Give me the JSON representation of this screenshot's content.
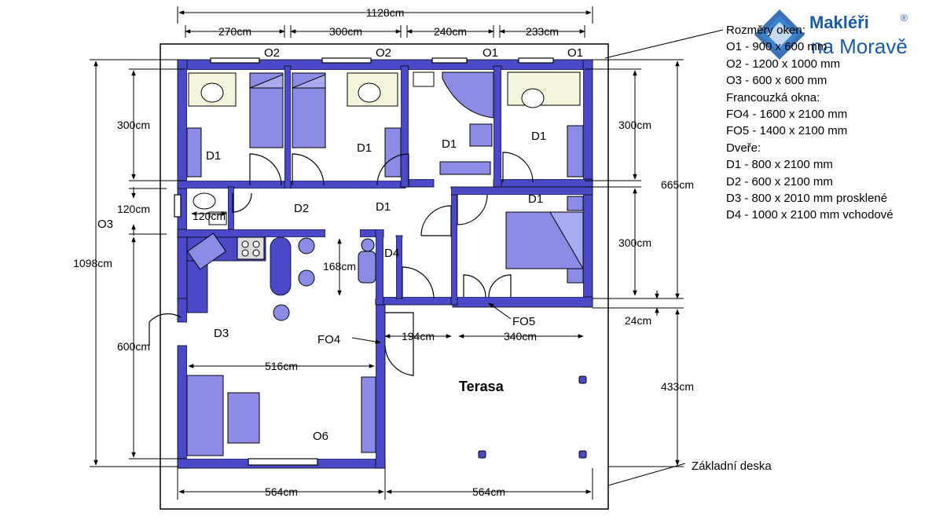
{
  "colors": {
    "wall": "#4a4ac8",
    "room_fill": "#ffffff",
    "furniture": "#8c8ce6",
    "line": "#000000",
    "brand": "#1b5aa6"
  },
  "brand": {
    "name": "Makléři",
    "reg": "®",
    "sub": "na Moravě",
    "icon": "diamond-logo-icon"
  },
  "legend": {
    "title": "Rozměry oken:",
    "lines": [
      "O1 - 900 x 600 mm",
      "O2 - 1200 x 1000 mm",
      "O3 - 600 x 600 mm",
      "Francouzká okna:",
      "FO4 - 1600 x 2100 mm",
      "FO5 - 1400 x 2100 mm",
      "Dveře:",
      "D1 - 800 x 2100 mm",
      "D2 - 600 x 2100 mm",
      "D3 - 800 x 2010 mm prosklené",
      "D4 - 1000 x 2100 mm vchodové"
    ]
  },
  "dimensions": {
    "total_width": "1128cm",
    "top": [
      "270cm",
      "300cm",
      "240cm",
      "233cm"
    ],
    "left_total": "1098cm",
    "left_top": "300cm",
    "left_mid": "120cm",
    "left_bottom": "600cm",
    "right_top": "300cm",
    "right_total": "665cm",
    "right_mid": "300cm",
    "right_gap": "24cm",
    "right_bottom": "433cm",
    "bottom": [
      "564cm",
      "564cm"
    ],
    "inner_living": "516cm",
    "inner_hall": "194cm",
    "inner_bedroom": "340cm",
    "inner_168": "168cm",
    "inner_120": "120cm"
  },
  "labels": {
    "o2a": "O2",
    "o2b": "O2",
    "o1a": "O1",
    "o1b": "O1",
    "o3": "O3",
    "o6": "O6",
    "d1a": "D1",
    "d1b": "D1",
    "d1c": "D1",
    "d1d": "D1",
    "d1e": "D1",
    "d1f": "D1",
    "d2": "D2",
    "d3": "D3",
    "d4": "D4",
    "fo4": "FO4",
    "fo5": "FO5",
    "terasa": "Terasa",
    "zakladni": "Základní deska"
  }
}
